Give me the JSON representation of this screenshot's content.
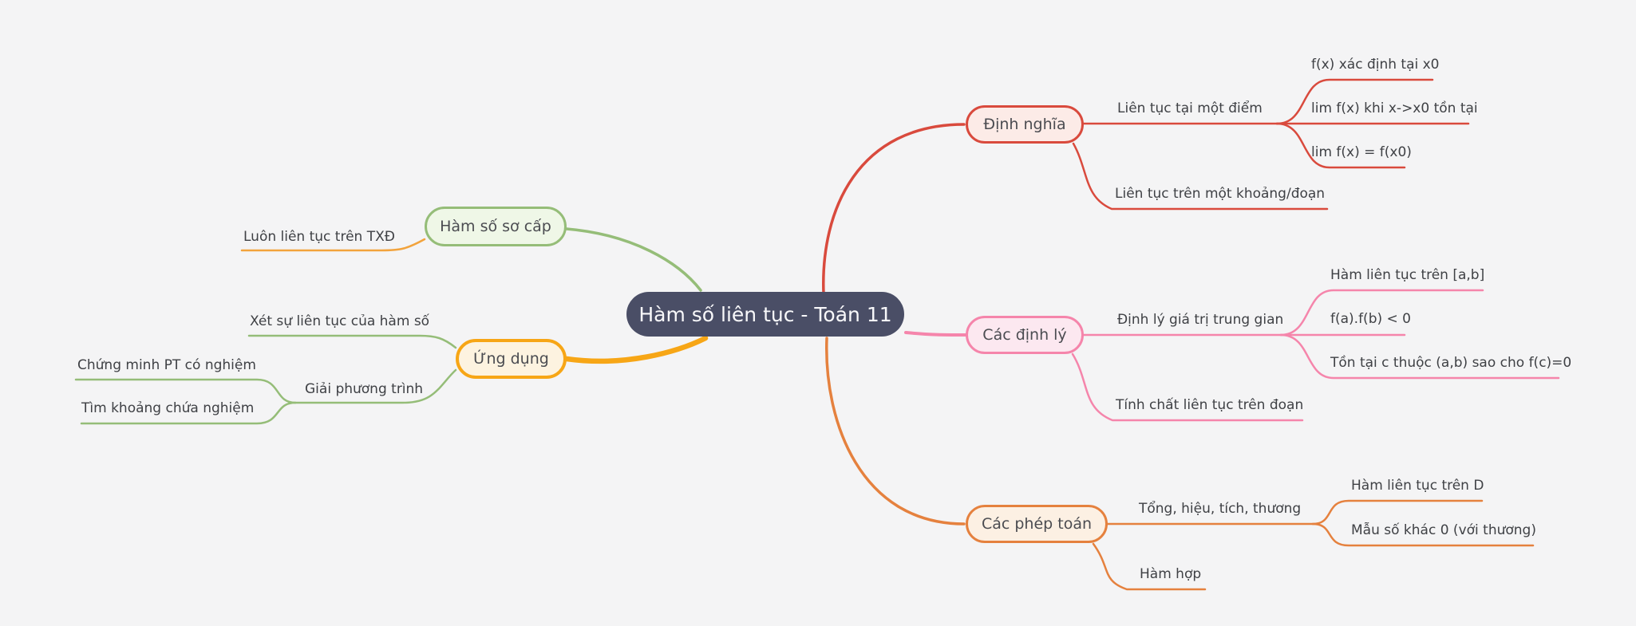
{
  "canvas": {
    "background": "#f4f4f5",
    "text_color": "#3f4145"
  },
  "mindmap": {
    "root": {
      "label": "Hàm số liên tục - Toán 11",
      "fill": "#4a4e66",
      "text_color": "#f8f8fa"
    },
    "branches": [
      {
        "id": "dinh-nghia",
        "label": "Định nghĩa",
        "color": "#d94a3d",
        "fill": "#fcebe7",
        "side": "right",
        "children": [
          {
            "label": "Liên tục tại một điểm",
            "children": [
              {
                "label": "f(x) xác định tại x0"
              },
              {
                "label": "lim f(x) khi x->x0 tồn tại"
              },
              {
                "label": "lim f(x) = f(x0)"
              }
            ]
          },
          {
            "label": "Liên tục trên một khoảng/đoạn"
          }
        ]
      },
      {
        "id": "cac-dinh-ly",
        "label": "Các định lý",
        "color": "#f585ab",
        "fill": "#fce8f0",
        "side": "right",
        "children": [
          {
            "label": "Định lý giá trị trung gian",
            "children": [
              {
                "label": "Hàm liên tục trên [a,b]"
              },
              {
                "label": "f(a).f(b) < 0"
              },
              {
                "label": "Tồn tại c thuộc (a,b) sao cho f(c)=0"
              }
            ]
          },
          {
            "label": "Tính chất liên tục trên đoạn"
          }
        ]
      },
      {
        "id": "cac-phep-toan",
        "label": "Các phép toán",
        "color": "#e5813e",
        "fill": "#fcf0e3",
        "side": "right",
        "children": [
          {
            "label": "Tổng, hiệu, tích, thương",
            "children": [
              {
                "label": "Hàm liên tục trên D"
              },
              {
                "label": "Mẫu số khác 0 (với thương)"
              }
            ]
          },
          {
            "label": "Hàm hợp"
          }
        ]
      },
      {
        "id": "ham-so-so-cap",
        "label": "Hàm số sơ cấp",
        "color": "#95bd78",
        "fill": "#eff7e7",
        "side": "left",
        "children": [
          {
            "label": "Luôn liên tục trên TXĐ",
            "line_color": "#f2a33c"
          }
        ]
      },
      {
        "id": "ung-dung",
        "label": "Ứng dụng",
        "color": "#f7a616",
        "fill": "#fdf3e0",
        "side": "left",
        "children": [
          {
            "label": "Xét sự liên tục của hàm số",
            "line_color": "#95bd78"
          },
          {
            "label": "Giải phương trình",
            "line_color": "#95bd78",
            "children": [
              {
                "label": "Chứng minh PT có nghiệm"
              },
              {
                "label": "Tìm khoảng chứa nghiệm"
              }
            ]
          }
        ]
      }
    ]
  }
}
